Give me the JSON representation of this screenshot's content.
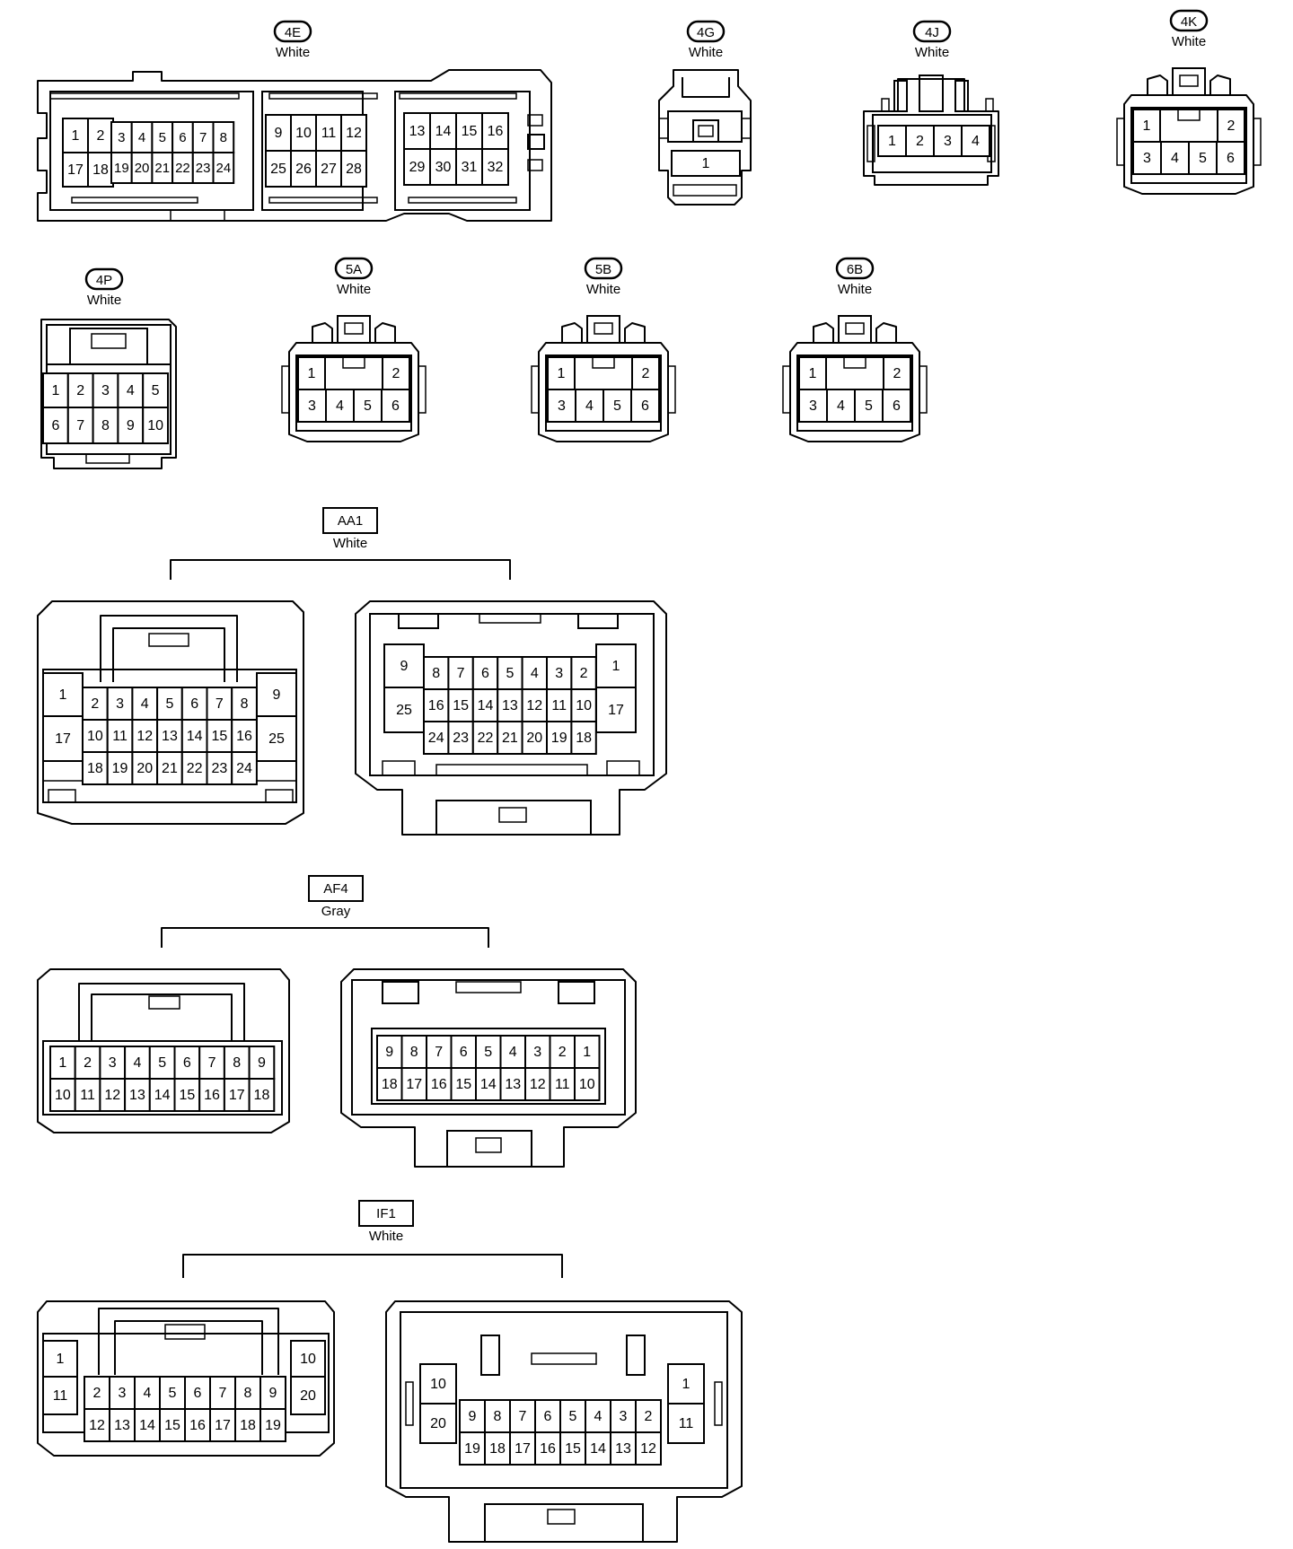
{
  "line_color": "#000000",
  "background_color": "#ffffff",
  "connectors": [
    {
      "id": "4E",
      "code": "4E",
      "color": "White",
      "label_style": "oval",
      "groups": [
        [
          [
            "1",
            "2"
          ],
          [
            "17",
            "18"
          ]
        ],
        [
          [
            "3",
            "4",
            "5",
            "6",
            "7",
            "8"
          ],
          [
            "19",
            "20",
            "21",
            "22",
            "23",
            "24"
          ]
        ],
        [
          [
            "9",
            "10",
            "11",
            "12"
          ],
          [
            "25",
            "26",
            "27",
            "28"
          ]
        ],
        [
          [
            "13",
            "14",
            "15",
            "16"
          ],
          [
            "29",
            "30",
            "31",
            "32"
          ]
        ]
      ]
    },
    {
      "id": "4G",
      "code": "4G",
      "color": "White",
      "label_style": "oval",
      "pins": [
        [
          "1"
        ]
      ]
    },
    {
      "id": "4J",
      "code": "4J",
      "color": "White",
      "label_style": "oval",
      "pins": [
        [
          "1",
          "2",
          "3",
          "4"
        ]
      ]
    },
    {
      "id": "4K",
      "code": "4K",
      "color": "White",
      "label_style": "oval",
      "pins": [
        [
          "1",
          "2"
        ],
        [
          "3",
          "4",
          "5",
          "6"
        ]
      ]
    },
    {
      "id": "4P",
      "code": "4P",
      "color": "White",
      "label_style": "oval",
      "pins": [
        [
          "1",
          "2",
          "3",
          "4",
          "5"
        ],
        [
          "6",
          "7",
          "8",
          "9",
          "10"
        ]
      ]
    },
    {
      "id": "5A",
      "code": "5A",
      "color": "White",
      "label_style": "oval",
      "pins": [
        [
          "1",
          "2"
        ],
        [
          "3",
          "4",
          "5",
          "6"
        ]
      ]
    },
    {
      "id": "5B",
      "code": "5B",
      "color": "White",
      "label_style": "oval",
      "pins": [
        [
          "1",
          "2"
        ],
        [
          "3",
          "4",
          "5",
          "6"
        ]
      ]
    },
    {
      "id": "6B",
      "code": "6B",
      "color": "White",
      "label_style": "oval",
      "pins": [
        [
          "1",
          "2"
        ],
        [
          "3",
          "4",
          "5",
          "6"
        ]
      ]
    },
    {
      "id": "AA1",
      "code": "AA1",
      "color": "White",
      "label_style": "box",
      "left_face": {
        "side_left": [
          "1",
          "17"
        ],
        "side_right": [
          "9",
          "25"
        ],
        "rows": [
          [
            "2",
            "3",
            "4",
            "5",
            "6",
            "7",
            "8"
          ],
          [
            "10",
            "11",
            "12",
            "13",
            "14",
            "15",
            "16"
          ],
          [
            "18",
            "19",
            "20",
            "21",
            "22",
            "23",
            "24"
          ]
        ]
      },
      "right_face": {
        "side_left": [
          "9",
          "25"
        ],
        "side_right": [
          "1",
          "17"
        ],
        "rows": [
          [
            "8",
            "7",
            "6",
            "5",
            "4",
            "3",
            "2"
          ],
          [
            "16",
            "15",
            "14",
            "13",
            "12",
            "11",
            "10"
          ],
          [
            "24",
            "23",
            "22",
            "21",
            "20",
            "19",
            "18"
          ]
        ]
      }
    },
    {
      "id": "AF4",
      "code": "AF4",
      "color": "Gray",
      "label_style": "box",
      "left_face": {
        "rows": [
          [
            "1",
            "2",
            "3",
            "4",
            "5",
            "6",
            "7",
            "8",
            "9"
          ],
          [
            "10",
            "11",
            "12",
            "13",
            "14",
            "15",
            "16",
            "17",
            "18"
          ]
        ]
      },
      "right_face": {
        "rows": [
          [
            "9",
            "8",
            "7",
            "6",
            "5",
            "4",
            "3",
            "2",
            "1"
          ],
          [
            "18",
            "17",
            "16",
            "15",
            "14",
            "13",
            "12",
            "11",
            "10"
          ]
        ]
      }
    },
    {
      "id": "IF1",
      "code": "IF1",
      "color": "White",
      "label_style": "box",
      "left_face": {
        "side_left": [
          "1",
          "11"
        ],
        "side_right": [
          "10",
          "20"
        ],
        "rows": [
          [
            "2",
            "3",
            "4",
            "5",
            "6",
            "7",
            "8",
            "9"
          ],
          [
            "12",
            "13",
            "14",
            "15",
            "16",
            "17",
            "18",
            "19"
          ]
        ]
      },
      "right_face": {
        "side_left": [
          "10",
          "20"
        ],
        "side_right": [
          "1",
          "11"
        ],
        "rows": [
          [
            "9",
            "8",
            "7",
            "6",
            "5",
            "4",
            "3",
            "2"
          ],
          [
            "19",
            "18",
            "17",
            "16",
            "15",
            "14",
            "13",
            "12"
          ]
        ]
      }
    }
  ]
}
